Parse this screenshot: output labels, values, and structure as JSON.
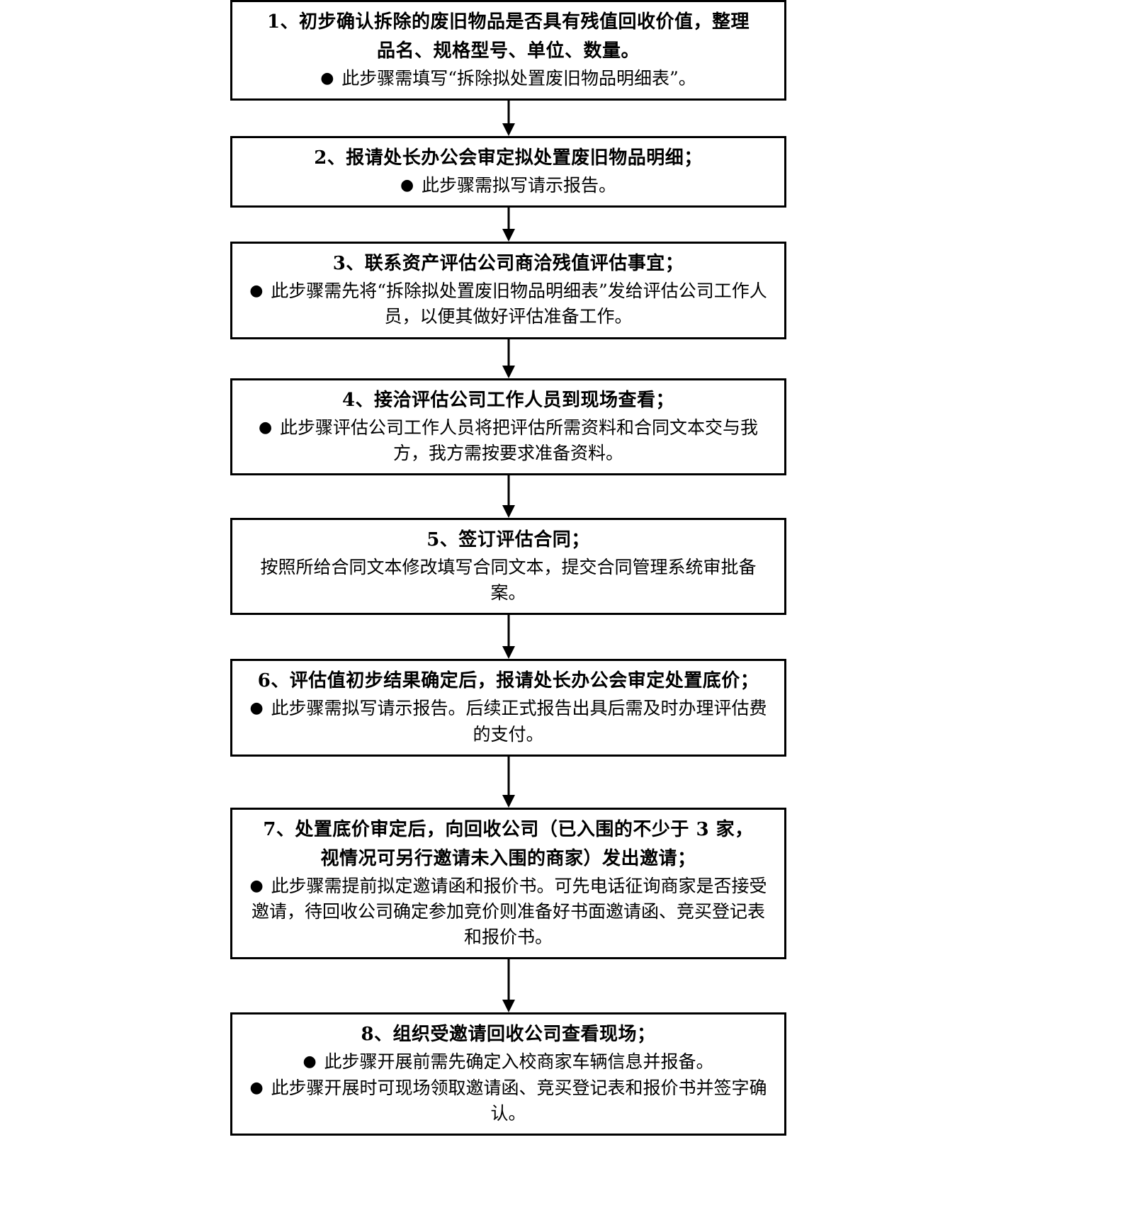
{
  "document": {
    "title": "废旧物品处置流程图",
    "orientation": "vertical-flowchart",
    "accent_color": "#000000",
    "background_color": "#ffffff",
    "bullet_glyph": "●",
    "arrow_icon_name": "down-arrow-icon"
  },
  "steps": [
    {
      "id": "step-1",
      "title_lines": [
        "1、初步确认拆除的废旧物品是否具有残值回收价值，整理",
        "品名、规格型号、单位、数量。"
      ],
      "bullets": [
        "此步骤需填写“拆除拟处置废旧物品明细表”。"
      ],
      "plain_lines": []
    },
    {
      "id": "step-2",
      "title_lines": [
        "2、报请处长办公会审定拟处置废旧物品明细；"
      ],
      "bullets": [
        "此步骤需拟写请示报告。"
      ],
      "plain_lines": []
    },
    {
      "id": "step-3",
      "title_lines": [
        "3、联系资产评估公司商洽残值评估事宜；"
      ],
      "bullets": [
        "此步骤需先将“拆除拟处置废旧物品明细表”发给评估公司工作人员，以便其做好评估准备工作。"
      ],
      "plain_lines": []
    },
    {
      "id": "step-4",
      "title_lines": [
        "4、接洽评估公司工作人员到现场查看；"
      ],
      "bullets": [
        "此步骤评估公司工作人员将把评估所需资料和合同文本交与我方，我方需按要求准备资料。"
      ],
      "plain_lines": []
    },
    {
      "id": "step-5",
      "title_lines": [
        "5、签订评估合同；"
      ],
      "bullets": [],
      "plain_lines": [
        "按照所给合同文本修改填写合同文本，提交合同管理系统审批备案。"
      ]
    },
    {
      "id": "step-6",
      "title_lines": [
        "6、评估值初步结果确定后，报请处长办公会审定处置底价；"
      ],
      "bullets": [
        "此步骤需拟写请示报告。后续正式报告出具后需及时办理评估费的支付。"
      ],
      "plain_lines": []
    },
    {
      "id": "step-7",
      "title_lines": [
        "7、处置底价审定后，向回收公司（已入围的不少于 3 家，",
        "视情况可另行邀请未入围的商家）发出邀请；"
      ],
      "bullets": [
        "此步骤需提前拟定邀请函和报价书。可先电话征询商家是否接受邀请，待回收公司确定参加竞价则准备好书面邀请函、竞买登记表和报价书。"
      ],
      "plain_lines": []
    },
    {
      "id": "step-8",
      "title_lines": [
        "8、组织受邀请回收公司查看现场；"
      ],
      "bullets": [
        "此步骤开展前需先确定入校商家车辆信息并报备。",
        "此步骤开展时可现场领取邀请函、竞买登记表和报价书并签字确认。"
      ],
      "plain_lines": []
    }
  ]
}
